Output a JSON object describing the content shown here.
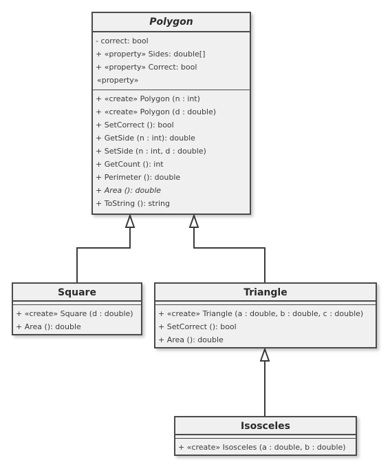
{
  "diagram": {
    "classes": {
      "polygon": {
        "name": "Polygon",
        "attributes": [
          "- correct: bool",
          "+ «property» Sides: double[]",
          "+ «property» Correct: bool",
          " «property»"
        ],
        "operations": [
          "+ «create» Polygon (n : int)",
          "+ «create» Polygon (d : double)",
          "+ SetCorrect (): bool",
          "+ GetSide (n : int): double",
          "+ SetSide (n : int, d : double)",
          "+ GetCount (): int",
          "+ Perimeter (): double",
          "+ Area (): double",
          "+ ToString (): string"
        ]
      },
      "square": {
        "name": "Square",
        "operations": [
          "+ «create» Square (d : double)",
          "+ Area (): double"
        ]
      },
      "triangle": {
        "name": "Triangle",
        "operations": [
          "+ «create» Triangle (a : double, b : double, c : double)",
          "+ SetCorrect (): bool",
          "+ Area (): double"
        ]
      },
      "isosceles": {
        "name": "Isosceles",
        "operations": [
          "+ «create» Isosceles (a : double, b : double)"
        ]
      }
    },
    "relationships": [
      {
        "type": "generalization",
        "from": "Square",
        "to": "Polygon"
      },
      {
        "type": "generalization",
        "from": "Triangle",
        "to": "Polygon"
      },
      {
        "type": "generalization",
        "from": "Isosceles",
        "to": "Triangle"
      }
    ]
  }
}
